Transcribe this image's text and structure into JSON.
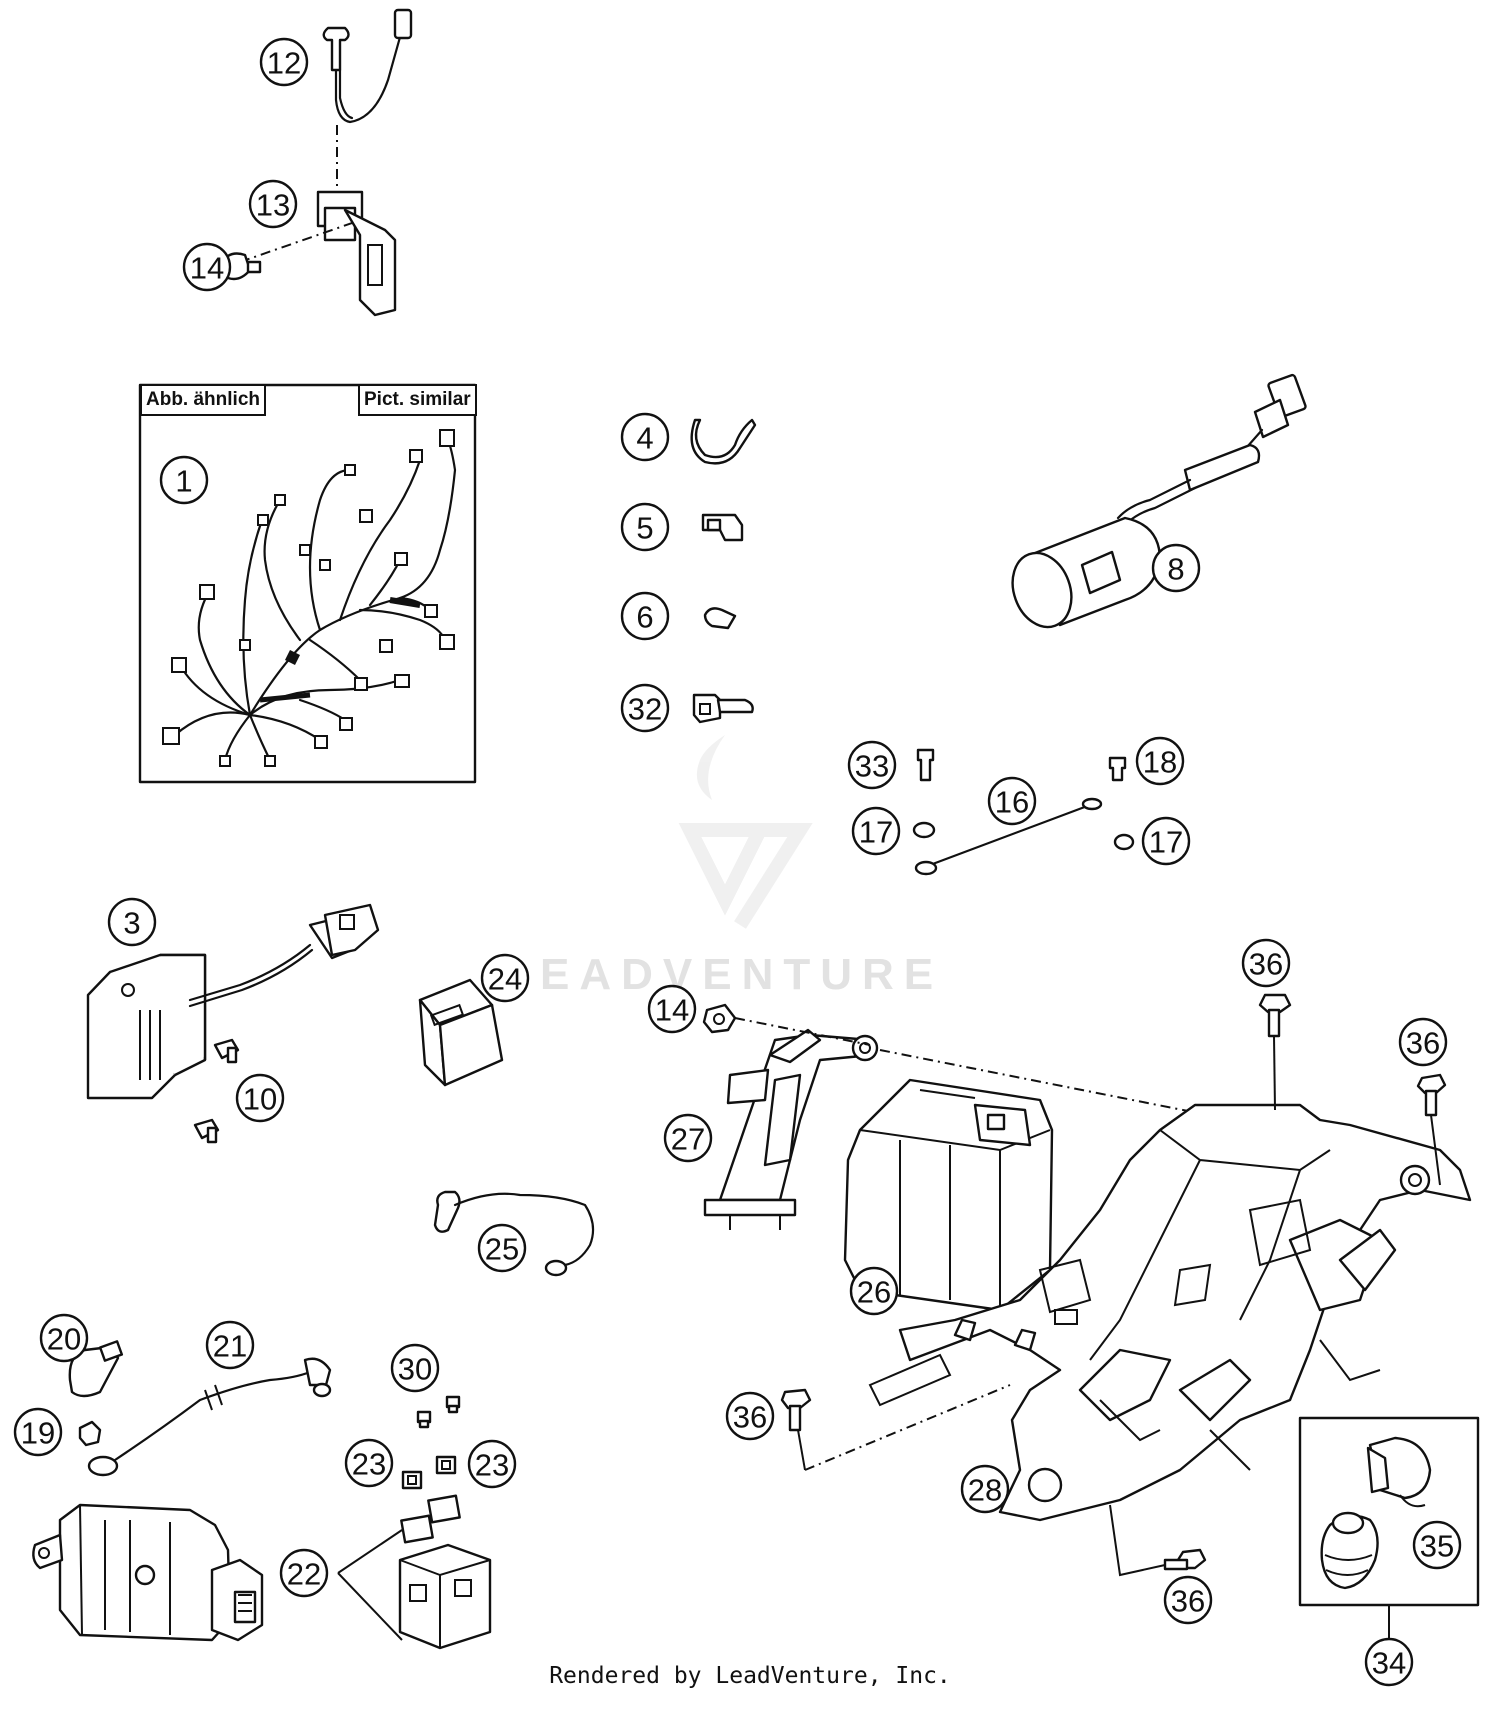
{
  "diagram": {
    "inset_labels": {
      "left": "Abb. ähnlich",
      "right": "Pict. similar"
    },
    "callouts": [
      "1",
      "3",
      "4",
      "5",
      "6",
      "8",
      "10",
      "12",
      "13",
      "14",
      "16",
      "17",
      "18",
      "19",
      "20",
      "21",
      "22",
      "23",
      "24",
      "25",
      "26",
      "27",
      "28",
      "30",
      "32",
      "33",
      "34",
      "35",
      "36"
    ],
    "watermark": "EADVENTURE",
    "footer": "Rendered by LeadVenture, Inc."
  }
}
